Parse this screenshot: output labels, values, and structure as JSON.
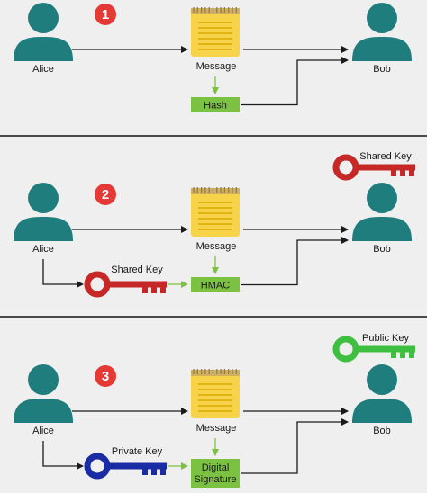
{
  "colors": {
    "background": "#efefef",
    "divider": "#4a4a4a",
    "person": "#1f7d7d",
    "message_note": "#f7d34a",
    "note_lines": "#d9a900",
    "green_box": "#7cc242",
    "green_arrow": "#7cc242",
    "badge": "#e53935",
    "arrow": "#1a1a1a",
    "shared_key": "#c62828",
    "private_key": "#1a2ca3",
    "public_key": "#3fbf3f"
  },
  "icons": {
    "person": "person-icon",
    "message": "message-note-icon",
    "key": "key-icon"
  },
  "panels": [
    {
      "number": "1",
      "sender": "Alice",
      "receiver": "Bob",
      "message_label": "Message",
      "box_label": [
        "Hash"
      ],
      "sender_key": null,
      "receiver_key": null
    },
    {
      "number": "2",
      "sender": "Alice",
      "receiver": "Bob",
      "message_label": "Message",
      "box_label": [
        "HMAC"
      ],
      "sender_key": {
        "label": "Shared Key",
        "color": "shared_key"
      },
      "receiver_key": {
        "label": "Shared Key",
        "color": "shared_key"
      }
    },
    {
      "number": "3",
      "sender": "Alice",
      "receiver": "Bob",
      "message_label": "Message",
      "box_label": [
        "Digital",
        "Signature"
      ],
      "sender_key": {
        "label": "Private Key",
        "color": "private_key"
      },
      "receiver_key": {
        "label": "Public Key",
        "color": "public_key"
      }
    }
  ]
}
